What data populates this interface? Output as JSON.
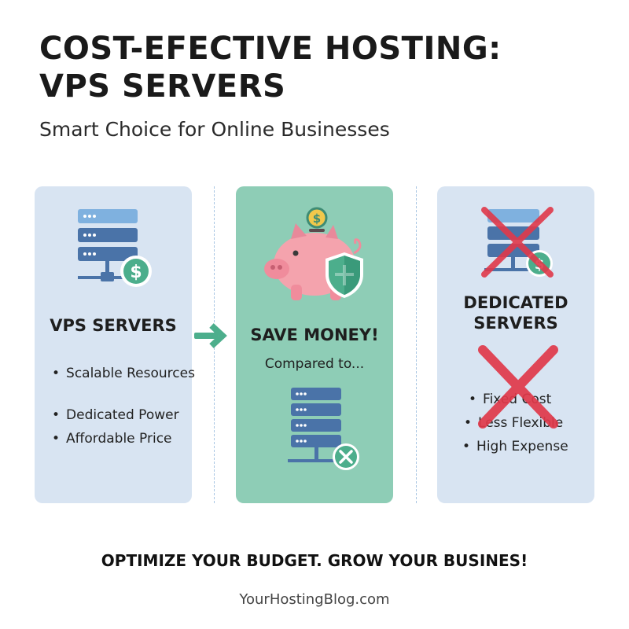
{
  "header": {
    "title_line1": "COST-EFECTIVE HOSTING:",
    "title_line2": "VPS SERVERS",
    "subtitle": "Smart Choice for Online Businesses"
  },
  "vps_card": {
    "heading": "VPS SERVERS",
    "bullets": [
      "Scalable Resources",
      "Dedicated Power",
      "Affordable Price"
    ],
    "icon": "server-rack-dollar-icon"
  },
  "save_card": {
    "heading": "SAVE MONEY!",
    "caption": "Compared to...",
    "icons": [
      "piggy-bank-icon",
      "coin-dollar-icon",
      "shield-icon",
      "server-rack-x-icon"
    ]
  },
  "dedicated_card": {
    "heading_line1": "DEDICATED",
    "heading_line2": "SERVERS",
    "bullets": [
      "Fixed Cost",
      "Less Flexible",
      "High Expense"
    ],
    "icon": "server-rack-crossed-icon"
  },
  "footer": {
    "tagline": "OPTIMIZE YOUR BUDGET. GROW YOUR BUSINES!",
    "site": "YourHostingBlog.com"
  },
  "colors": {
    "card_blue": "#d8e4f2",
    "card_green": "#8ecdb6",
    "server_blue": "#4a73a8",
    "server_light": "#7fb1df",
    "accent_green": "#4cae8c",
    "pig_pink": "#f4a3ad",
    "cross_red": "#e0394a"
  }
}
